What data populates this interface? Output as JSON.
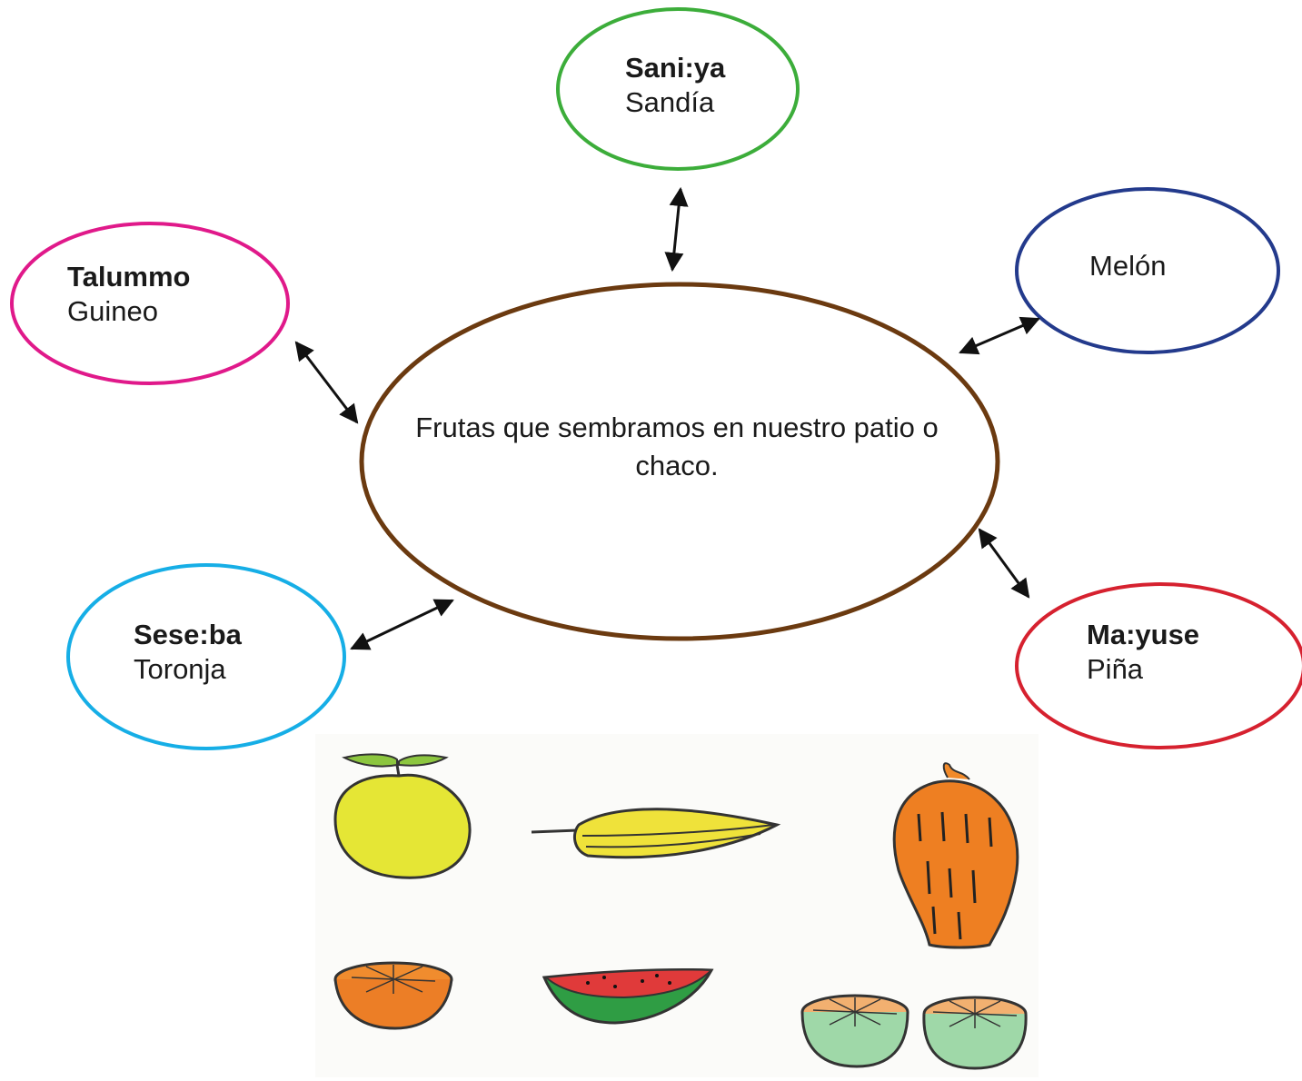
{
  "center": {
    "text": "Frutas que sembramos en nuestro patio o chaco.",
    "color": "#6b3a10"
  },
  "nodes": {
    "saniya": {
      "native": "Sani:ya",
      "spanish": "Sandía",
      "color": "#3cad3a"
    },
    "melon": {
      "native": "",
      "spanish": "Melón",
      "color": "#233a8c"
    },
    "talummo": {
      "native": "Talummo",
      "spanish": "Guineo",
      "color": "#e0198a"
    },
    "seseba": {
      "native": "Sese:ba",
      "spanish": "Toronja",
      "color": "#16aee6"
    },
    "mayuse": {
      "native": "Ma:yuse",
      "spanish": "Piña",
      "color": "#d6212f"
    }
  },
  "drawing": {
    "items": [
      "grapefruit",
      "banana",
      "pineapple",
      "orange-half",
      "watermelon-slice",
      "melon-halves"
    ]
  }
}
